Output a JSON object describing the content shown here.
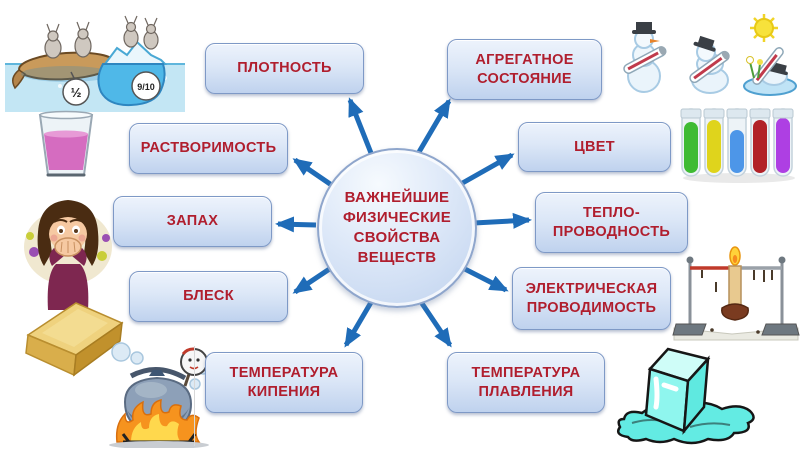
{
  "center": {
    "label": "ВАЖНЕЙШИЕ\nФИЗИЧЕСКИЕ\nСВОЙСТВА\nВЕЩЕСТВ"
  },
  "properties": {
    "density": {
      "label": "ПЛОТНОСТЬ"
    },
    "state": {
      "label": "АГРЕГАТНОЕ\nСОСТОЯНИЕ"
    },
    "solubility": {
      "label": "РАСТВОРИМОСТЬ"
    },
    "color": {
      "label": "ЦВЕТ"
    },
    "smell": {
      "label": "ЗАПАХ"
    },
    "thermal": {
      "label": "ТЕПЛО-\nПРОВОДНОСТЬ"
    },
    "luster": {
      "label": "БЛЕСК"
    },
    "electrical": {
      "label": "ЭЛЕКТРИЧЕСКАЯ\nПРОВОДИМОСТЬ"
    },
    "boiling": {
      "label": "ТЕМПЕРАТУРА\nКИПЕНИЯ"
    },
    "melting": {
      "label": "ТЕМПЕРАТУРА\nПЛАВЛЕНИЯ"
    }
  },
  "illustrations": {
    "density": {
      "icon": "rabbits-on-log-and-iceberg-cartoon",
      "fraction_log": "½",
      "fraction_iceberg": "9/10"
    },
    "solubility": {
      "icon": "glass-with-pink-solution"
    },
    "smell": {
      "icon": "woman-covering-nose"
    },
    "luster": {
      "icon": "gold-bar"
    },
    "boiling": {
      "icon": "boiling-kettle-with-thermometer"
    },
    "state": {
      "icon": "melting-snowmen-with-thermometers-and-sun"
    },
    "color": {
      "icon": "five-colored-test-tubes"
    },
    "thermal": {
      "icon": "candle-heating-rod-experiment"
    },
    "melting": {
      "icon": "melting-ice-cube"
    }
  },
  "colors": {
    "label_text": "#B01E2E",
    "arrow": "#1F6CB8",
    "box_border": "#7E99C6",
    "box_fill_top": "#EDF3FC",
    "box_fill_bottom": "#BFD2EE",
    "circle_border": "#8FA6CC",
    "tubes": [
      "#3FBB33",
      "#DFD41C",
      "#4D96E8",
      "#B22228",
      "#AE3FE3"
    ]
  }
}
